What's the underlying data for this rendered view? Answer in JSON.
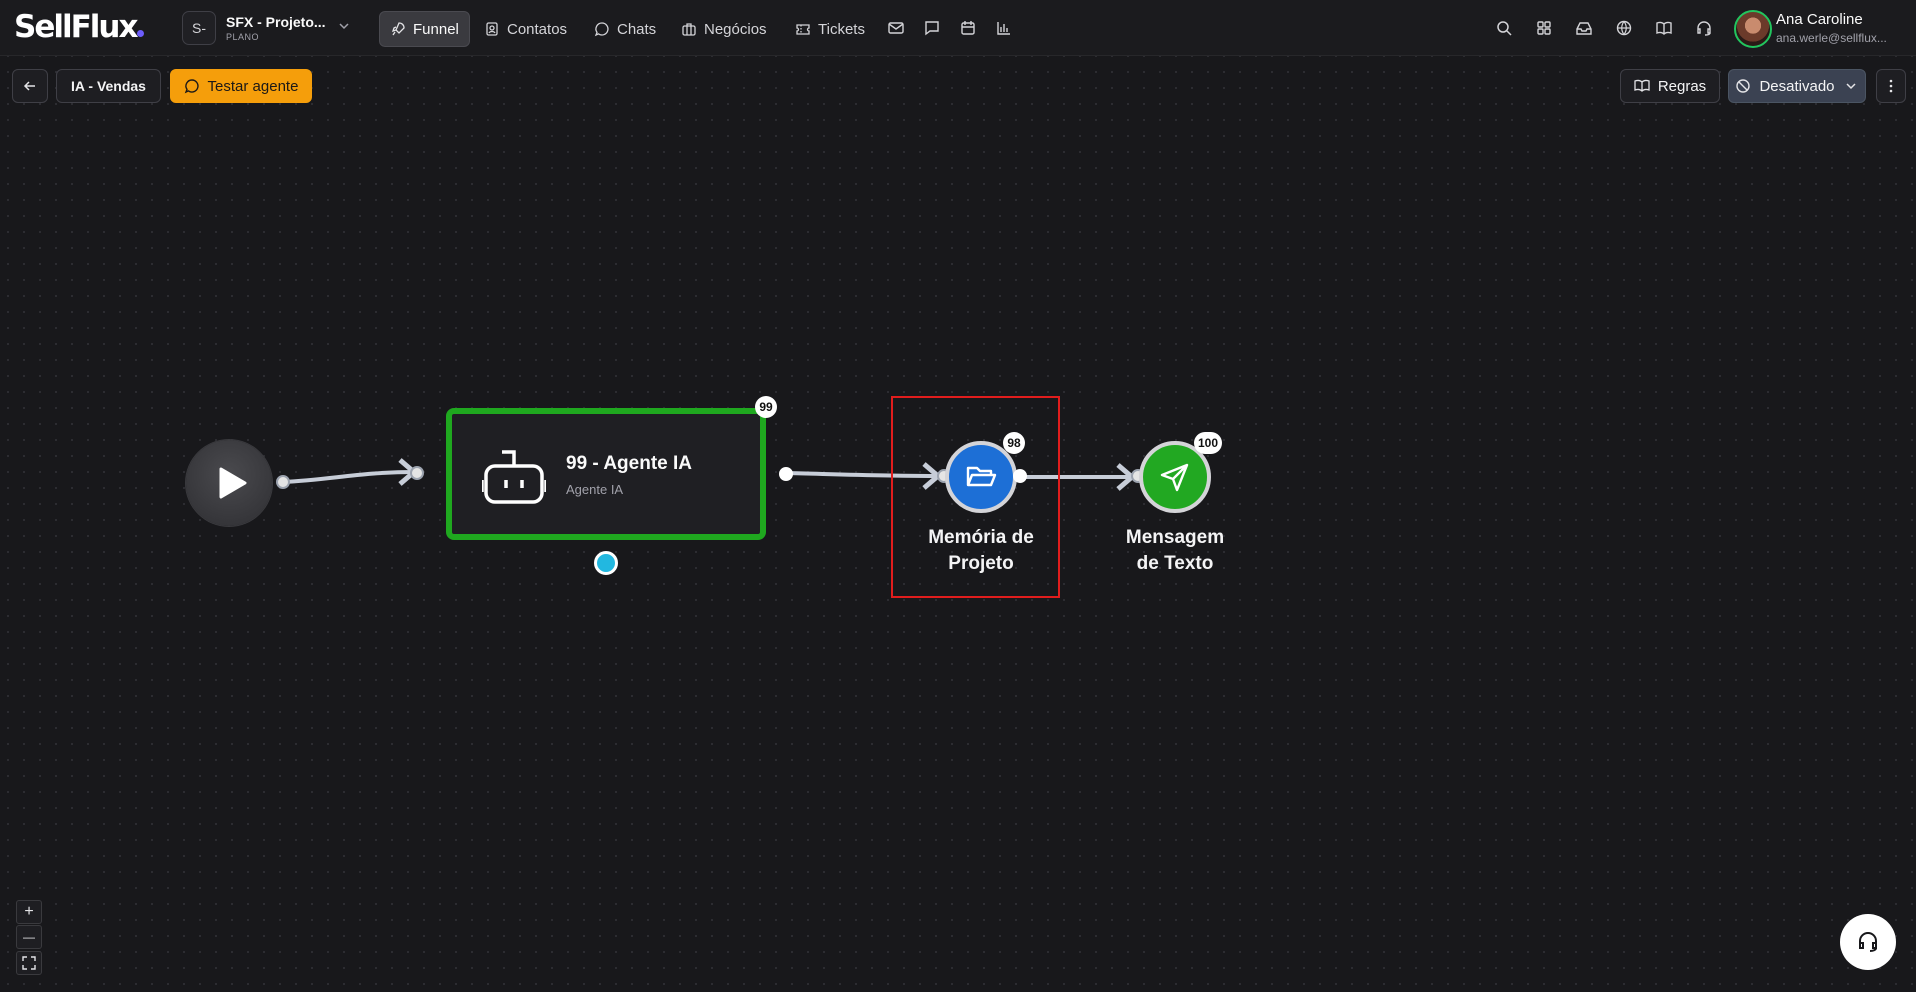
{
  "app": {
    "logo": "SellFlux",
    "project_badge": "S-",
    "project_title": "SFX - Projeto...",
    "project_plan": "PLANO"
  },
  "nav": {
    "items": [
      {
        "label": "Funnel",
        "icon": "rocket-icon",
        "active": true
      },
      {
        "label": "Contatos",
        "icon": "contacts-icon"
      },
      {
        "label": "Chats",
        "icon": "chat-icon"
      },
      {
        "label": "Negócios",
        "icon": "briefcase-icon"
      },
      {
        "label": "Tickets",
        "icon": "ticket-icon"
      }
    ],
    "extra_icons": [
      "mail-icon",
      "message-square-icon",
      "calendar-icon",
      "bar-chart-icon"
    ],
    "right_icons": [
      "search-icon",
      "apps-grid-icon",
      "inbox-icon",
      "globe-icon",
      "book-icon",
      "headset-icon"
    ]
  },
  "user": {
    "name": "Ana Caroline",
    "email": "ana.werle@sellflux..."
  },
  "toolbar": {
    "flow_name": "IA - Vendas",
    "test_agent_label": "Testar agente",
    "rules_label": "Regras",
    "status_label": "Desativado"
  },
  "canvas": {
    "agent_node": {
      "title": "99 - Agente IA",
      "subtitle": "Agente IA",
      "badge": "99"
    },
    "memory_node": {
      "label_line1": "Memória de",
      "label_line2": "Projeto",
      "badge": "98",
      "color": "#1d6fd6"
    },
    "message_node": {
      "label_line1": "Mensagem",
      "label_line2": "de Texto",
      "badge": "100",
      "color": "#22a822"
    }
  },
  "zoom_controls": {
    "zoom_in": "+",
    "zoom_out": "—"
  },
  "colors": {
    "accent_orange": "#f59e0b",
    "agent_border": "#1fa81f",
    "highlight": "#e11d1d",
    "port_cyan": "#22b8e0"
  }
}
